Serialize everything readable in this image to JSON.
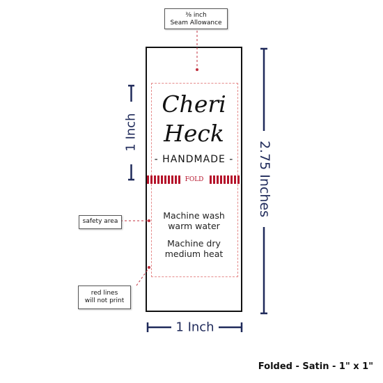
{
  "callouts": {
    "seam_allowance": [
      "⅜ inch",
      "Seam Allowance"
    ],
    "safety_area": "safety area",
    "red_lines": [
      "red lines",
      "will not print"
    ]
  },
  "label": {
    "brand_line1": "Cheri",
    "brand_line2": "Heck",
    "subtitle": "- HANDMADE -",
    "fold": "FOLD",
    "care_wash": [
      "Machine wash",
      "warm water"
    ],
    "care_dry": [
      "Machine dry",
      "medium heat"
    ]
  },
  "dimensions": {
    "fold_height": "1 Inch",
    "total_height": "2.75 Inches",
    "width": "1 Inch"
  },
  "footer": "Folded - Satin - 1\" x 1\"",
  "colors": {
    "dimension_navy": "#1f2a5a",
    "guide_red": "#c0303f",
    "fold_red": "#b5122a"
  }
}
